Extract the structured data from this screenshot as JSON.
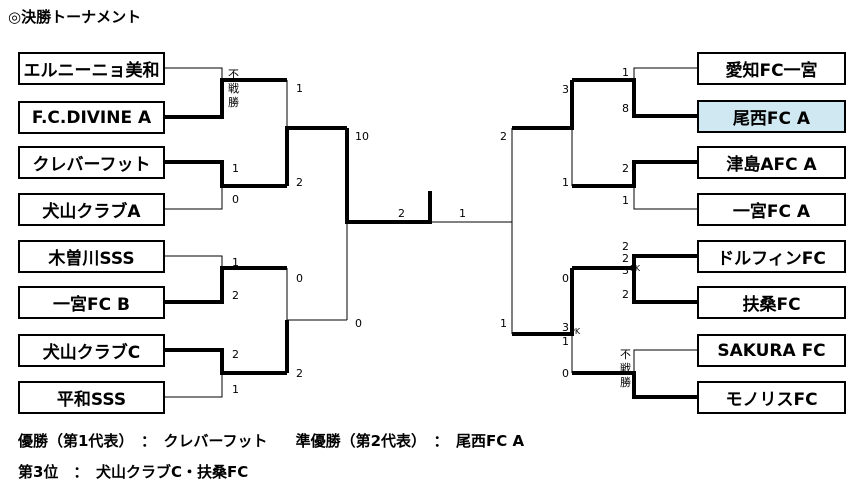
{
  "title": "◎決勝トーナメント",
  "left_teams": [
    "エルニーニョ美和",
    "F.C.DIVINE A",
    "クレバーフット",
    "犬山クラブA",
    "木曽川SSS",
    "一宮FC B",
    "犬山クラブC",
    "平和SSS"
  ],
  "right_teams": [
    "愛知FC一宮",
    "尾西FC A",
    "津島AFC A",
    "一宮FC A",
    "ドルフィンFC",
    "扶桑FC",
    "SAKURA FC",
    "モノリスFC"
  ],
  "highlight_color": "#cfe8f1",
  "walkover_chars": [
    "不",
    "戦",
    "勝"
  ],
  "pk_label": "PK",
  "scores": {
    "l_r1_m2_top": "1",
    "l_r1_m2_bot": "0",
    "l_r1_m3_top": "1",
    "l_r1_m3_bot": "2",
    "l_r1_m4_top": "2",
    "l_r1_m4_bot": "1",
    "l_r2_m1_top": "1",
    "l_r2_m1_bot": "2",
    "l_r2_m2_top": "0",
    "l_r2_m2_bot": "2",
    "l_sf_top": "10",
    "l_sf_bot": "0",
    "final_left": "2",
    "final_right": "1",
    "r_sf_top": "2",
    "r_sf_bot": "1",
    "r_r2_m1_top": "3",
    "r_r2_m1_bot": "1",
    "r_r2_m2_top": "0",
    "r_r2_m2_pk": "3",
    "r_r2_m2_pk2": "1",
    "r_r2_m2_bot": "0",
    "r_r1_m1_top": "1",
    "r_r1_m1_bot": "8",
    "r_r1_m2_top": "2",
    "r_r1_m2_bot": "1",
    "r_r1_m3_a": "2",
    "r_r1_m3_b": "2",
    "r_r1_m3_c": "3",
    "r_r1_m3_d": "2"
  },
  "results": {
    "winner_label": "優勝（第1代表）　：　",
    "winner": "クレバーフット",
    "runner_label": "準優勝（第2代表）　：　",
    "runner": "尾西FC A",
    "third_label": "第3位　：　",
    "third": "犬山クラブC・扶桑FC"
  }
}
